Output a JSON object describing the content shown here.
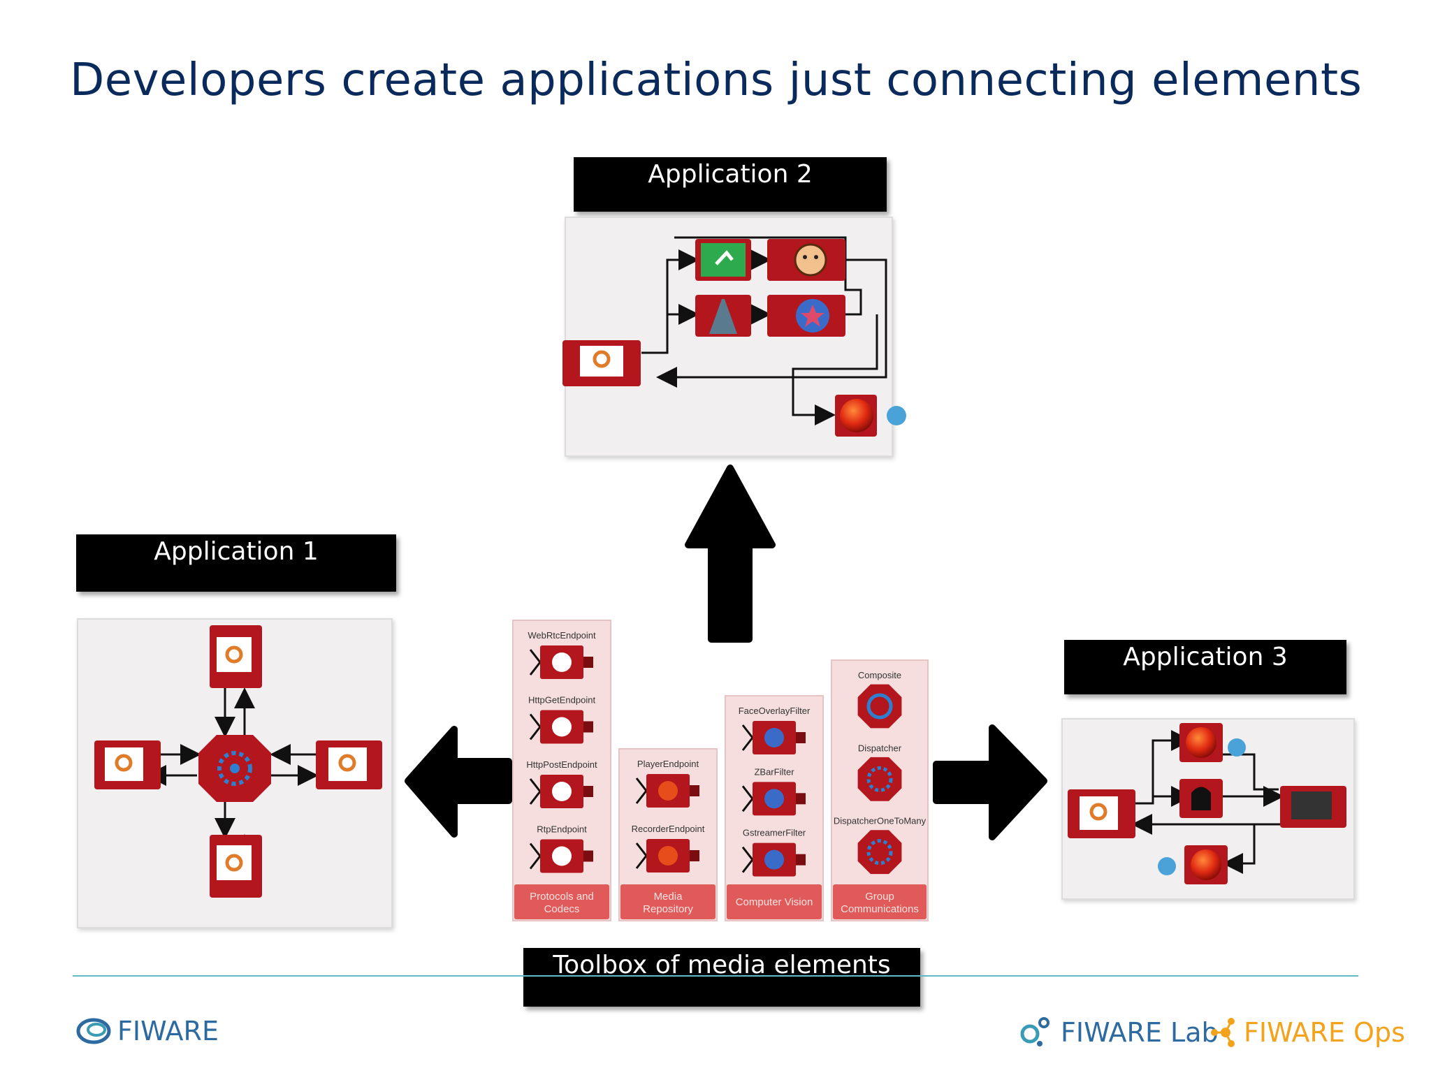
{
  "slide": {
    "title": "Developers create applications just connecting elements"
  },
  "labels": {
    "app1": "Application 1",
    "app2": "Application 2",
    "app3": "Application 3",
    "toolbox": "Toolbox of media elements"
  },
  "toolbox": {
    "columns": [
      {
        "category": [
          "Protocols and",
          "Codecs"
        ],
        "elements": [
          "WebRtcEndpoint",
          "HttpGetEndpoint",
          "HttpPostEndpoint",
          "RtpEndpoint"
        ]
      },
      {
        "category": [
          "Media",
          "Repository"
        ],
        "elements": [
          "PlayerEndpoint",
          "RecorderEndpoint"
        ]
      },
      {
        "category": [
          "Computer Vision"
        ],
        "elements": [
          "FaceOverlayFilter",
          "ZBarFilter",
          "GstreamerFilter"
        ]
      },
      {
        "category": [
          "Group",
          "Communications"
        ],
        "elements": [
          "Composite",
          "Dispatcher",
          "DispatcherOneToMany"
        ]
      }
    ]
  },
  "footer": {
    "fiware": "FIWARE",
    "fiware_lab": "FIWARE Lab",
    "fiware_ops": "FIWARE Ops"
  },
  "colors": {
    "title": "#0b2a5c",
    "element_red": "#b3161c",
    "category_red": "#e05a5a",
    "panel_bg": "#f1eff0",
    "footer_line": "#5fb9c6",
    "fiware_blue": "#2d6aa0",
    "fiware_teal": "#3a9bb5",
    "fiware_ops": "#f3a31b"
  }
}
